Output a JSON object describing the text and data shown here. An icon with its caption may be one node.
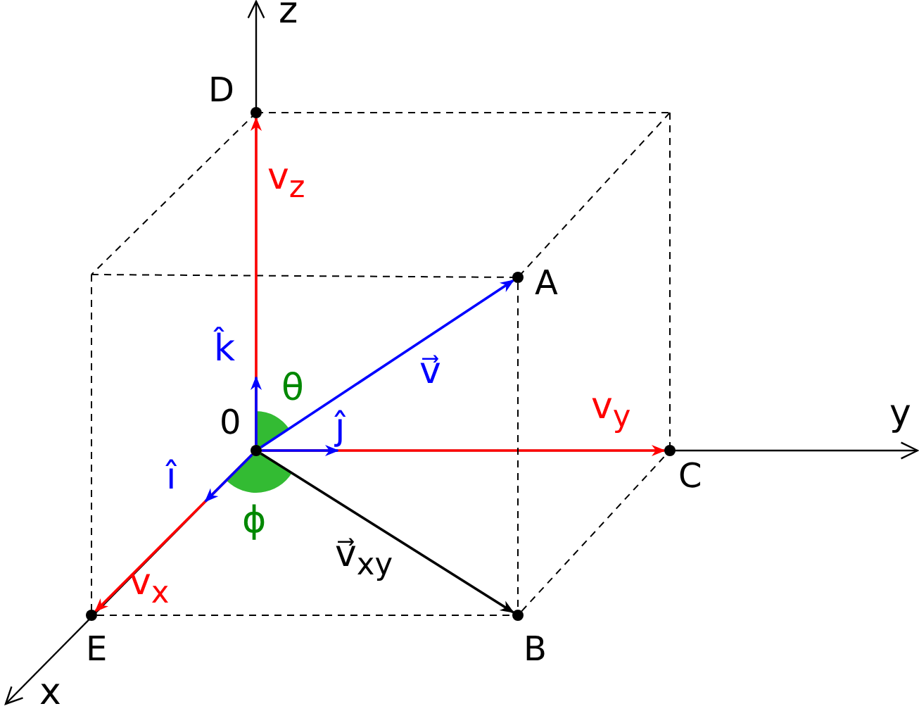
{
  "diagram": {
    "nodes": [
      {
        "text": [
          "D"
        ]
      },
      {
        "text": [
          "A"
        ]
      },
      {
        "text": [
          "0"
        ]
      },
      {
        "text": [
          "C"
        ]
      },
      {
        "text": [
          "E"
        ]
      },
      {
        "text": [
          "B"
        ]
      }
    ],
    "edges": [
      {
        "from": 2,
        "to": 0,
        "arrow": "to",
        "label": "v$_{z}$",
        "color": "#ff0000"
      },
      {
        "from": 2,
        "to": 1,
        "arrow": "to",
        "label": "v⃗",
        "color": "#0000ff"
      },
      {
        "from": 2,
        "to": 3,
        "arrow": "to",
        "label": "v$_{y}$",
        "color": "#ff0000"
      },
      {
        "from": 2,
        "to": 4,
        "arrow": "to",
        "label": "v$_{x}$",
        "color": "#ff0000"
      },
      {
        "from": 2,
        "to": 5,
        "arrow": "to",
        "label": "v⃗$_{xy}$",
        "color": "#000000"
      },
      {
        "from": 2,
        "to": null,
        "arrow": "to",
        "label": "î",
        "color": "#0000ff"
      },
      {
        "from": 2,
        "to": null,
        "arrow": "to",
        "label": "ĵ",
        "color": "#0000ff"
      },
      {
        "from": 2,
        "to": null,
        "arrow": "to",
        "label": "k̂",
        "color": "#0000ff"
      },
      {
        "from": 1,
        "to": 5,
        "arrow": "none",
        "style": "dashed",
        "color": "#000000"
      },
      {
        "from": 4,
        "to": 5,
        "arrow": "none",
        "style": "dashed",
        "color": "#000000"
      },
      {
        "from": 5,
        "to": 3,
        "arrow": "none",
        "style": "dashed",
        "color": "#000000"
      }
    ],
    "labels": [
      "z",
      "y",
      "x",
      "θ",
      "ϕ"
    ]
  }
}
